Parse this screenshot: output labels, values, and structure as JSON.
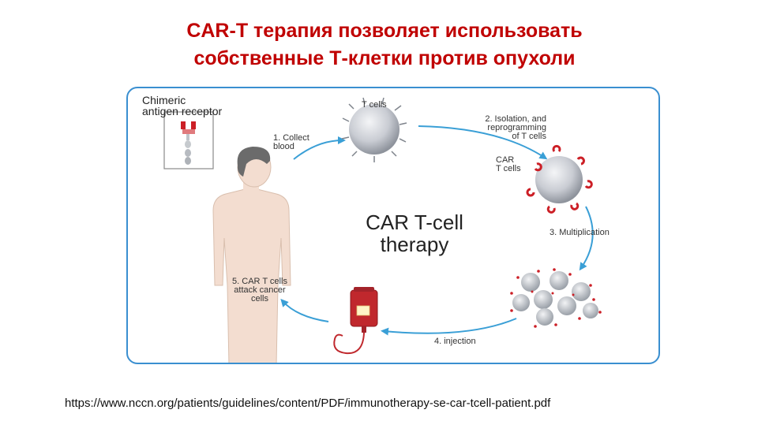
{
  "slide": {
    "title_line1": "CAR-T терапия позволяет использовать",
    "title_line2": "собственные Т-клетки против опухоли",
    "source_url": "https://www.nccn.org/patients/guidelines/content/PDF/immunotherapy-se-car-tcell-patient.pdf"
  },
  "diagram": {
    "center_title_line1": "CAR T-cell",
    "center_title_line2": "therapy",
    "receptor_label_line1": "Chimeric",
    "receptor_label_line2": "antigen receptor",
    "t_cells_label": "T cells",
    "car_label_line1": "CAR",
    "car_label_line2": "T cells",
    "steps": {
      "collect_line1": "1. Collect",
      "collect_line2": "blood",
      "isolation_line1": "2. Isolation, and",
      "isolation_line2": "reprogramming",
      "isolation_line3": "of T cells",
      "multiplication": "3. Multiplication",
      "injection": "4. injection",
      "attack_line1": "5. CAR T cells",
      "attack_line2": "attack cancer",
      "attack_line3": "cells"
    }
  },
  "colors": {
    "title": "#c00000",
    "panel_border": "#3a8fd0",
    "arrow": "#3a9fd6",
    "skin": "#f3ddd0",
    "hair": "#6b6b6b",
    "cell": "#c9ccd3",
    "receptor_red": "#cc1f26",
    "blood_bag": "#c0282d"
  }
}
